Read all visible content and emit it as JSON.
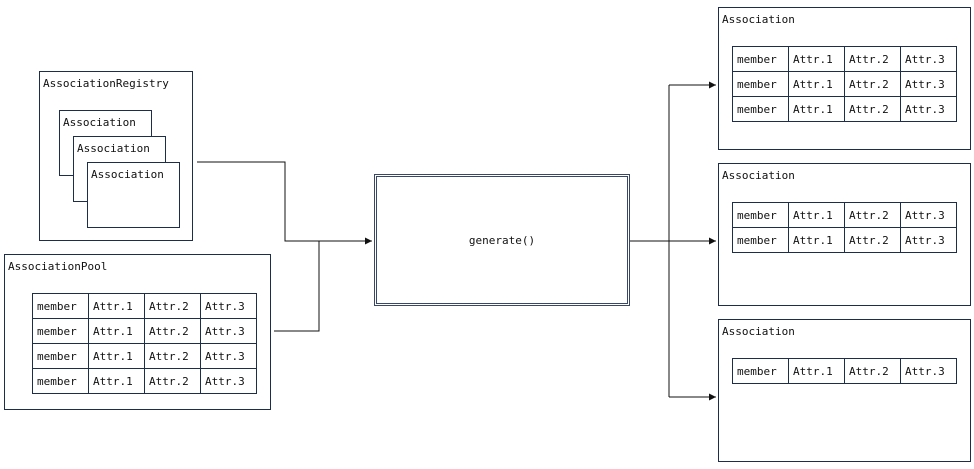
{
  "registry": {
    "title": "AssociationRegistry",
    "items": [
      "Association",
      "Association",
      "Association"
    ]
  },
  "pool": {
    "title": "AssociationPool",
    "rows": [
      [
        "member",
        "Attr.1",
        "Attr.2",
        "Attr.3"
      ],
      [
        "member",
        "Attr.1",
        "Attr.2",
        "Attr.3"
      ],
      [
        "member",
        "Attr.1",
        "Attr.2",
        "Attr.3"
      ],
      [
        "member",
        "Attr.1",
        "Attr.2",
        "Attr.3"
      ]
    ]
  },
  "process": {
    "label": "generate()"
  },
  "outputs": [
    {
      "title": "Association",
      "rows": [
        [
          "member",
          "Attr.1",
          "Attr.2",
          "Attr.3"
        ],
        [
          "member",
          "Attr.1",
          "Attr.2",
          "Attr.3"
        ],
        [
          "member",
          "Attr.1",
          "Attr.2",
          "Attr.3"
        ]
      ]
    },
    {
      "title": "Association",
      "rows": [
        [
          "member",
          "Attr.1",
          "Attr.2",
          "Attr.3"
        ],
        [
          "member",
          "Attr.1",
          "Attr.2",
          "Attr.3"
        ]
      ]
    },
    {
      "title": "Association",
      "rows": [
        [
          "member",
          "Attr.1",
          "Attr.2",
          "Attr.3"
        ]
      ]
    }
  ],
  "colors": {
    "line": "#1d2d4a"
  }
}
